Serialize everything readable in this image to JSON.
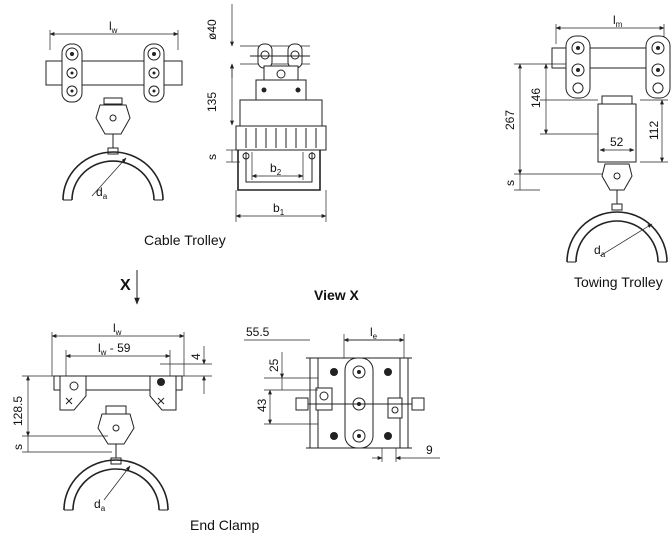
{
  "captions": {
    "cable_trolley": "Cable Trolley",
    "towing_trolley": "Towing Trolley",
    "end_clamp": "End Clamp",
    "view_x": "View X",
    "view_marker": "X"
  },
  "dimensions": {
    "lw": "l",
    "lw_sub": "w",
    "d40": "ø40",
    "d135": "135",
    "s": "s",
    "b2": "b",
    "b2_sub": "2",
    "b1": "b",
    "b1_sub": "1",
    "da": "d",
    "da_sub": "a",
    "lm": "l",
    "lm_sub": "m",
    "d146": "146",
    "d267": "267",
    "d112": "112",
    "d52": "52",
    "lw59": "l",
    "lw59_sub": "w",
    "lw59_rest": " - 59",
    "d4": "4",
    "d128": "128.5",
    "d55": "55.5",
    "le": "l",
    "le_sub": "e",
    "d25": "25",
    "d43": "43",
    "d9": "9"
  }
}
